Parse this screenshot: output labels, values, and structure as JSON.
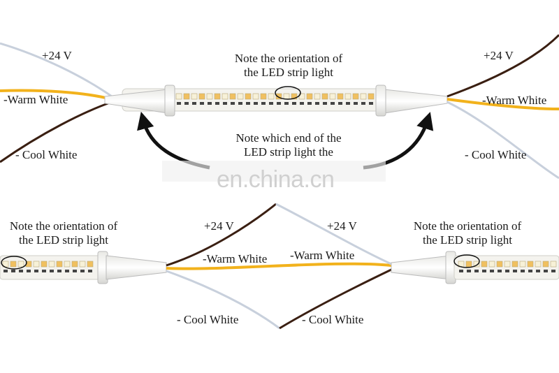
{
  "top": {
    "note_orientation_line1": "Note the orientation of",
    "note_orientation_line2": "the LED strip light",
    "note_end_line1": "Note which end of the",
    "note_end_line2": "LED strip light the",
    "left_v": "+24 V",
    "left_warm": "-Warm White",
    "left_cool": "- Cool White",
    "right_v": "+24 V",
    "right_warm": "-Warm White",
    "right_cool": "- Cool White"
  },
  "bottom": {
    "left_note_line1": "Note the orientation of",
    "left_note_line2": "the LED strip light",
    "mid_left_v": "+24 V",
    "mid_left_warm": "-Warm White",
    "mid_left_cool": "- Cool White",
    "mid_right_v": "+24 V",
    "mid_right_warm": "-Warm White",
    "mid_right_cool": "- Cool White",
    "right_note_line1": "Note the orientation of",
    "right_note_line2": "the LED strip light"
  },
  "watermark": "en.china.cn",
  "colors": {
    "warm_wire": "#f2b21c",
    "dark_wire": "#3a1f12",
    "cool_wire": "#c8d0dc",
    "strip": "#f4f3ee",
    "led_white": "#f7f1d8",
    "led_yellow": "#f0c060",
    "arrow": "#111111"
  }
}
